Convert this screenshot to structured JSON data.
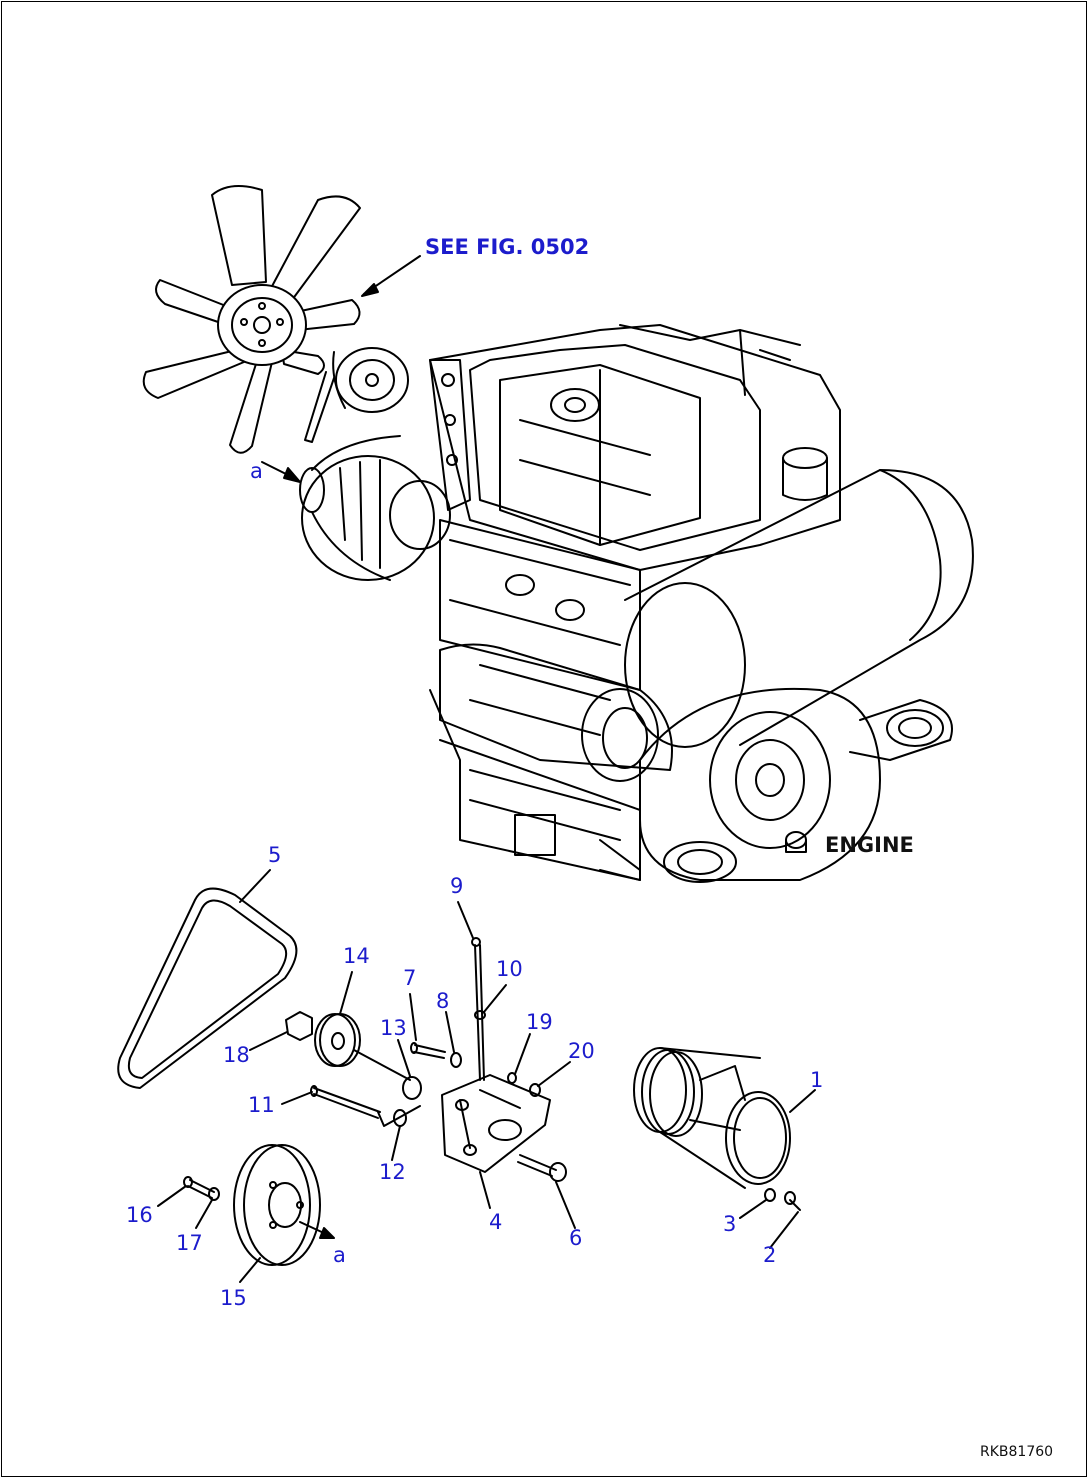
{
  "reference_label": "SEE FIG. 0502",
  "engine_label": "ENGINE",
  "drawing_code": "RKB81760",
  "parts": [
    "1",
    "2",
    "3",
    "4",
    "5",
    "6",
    "7",
    "8",
    "9",
    "10",
    "11",
    "12",
    "13",
    "14",
    "15",
    "16",
    "17",
    "18",
    "19",
    "20"
  ],
  "view_marker": "a"
}
